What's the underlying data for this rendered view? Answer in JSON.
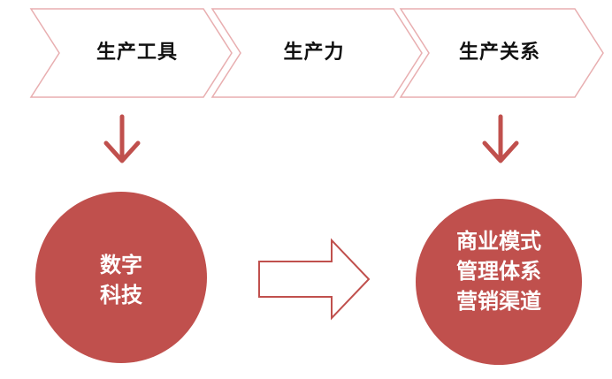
{
  "chevrons": [
    {
      "label": "生产工具"
    },
    {
      "label": "生产力"
    },
    {
      "label": "生产关系"
    }
  ],
  "circles": [
    {
      "lines": [
        "数字",
        "科技"
      ]
    },
    {
      "lines": [
        "商业模式",
        "管理体系",
        "营销渠道"
      ]
    }
  ],
  "colors": {
    "accent": "#c0504d",
    "chevron_stroke": "#e8aeb0",
    "arrow_outline": "#c0504d"
  }
}
